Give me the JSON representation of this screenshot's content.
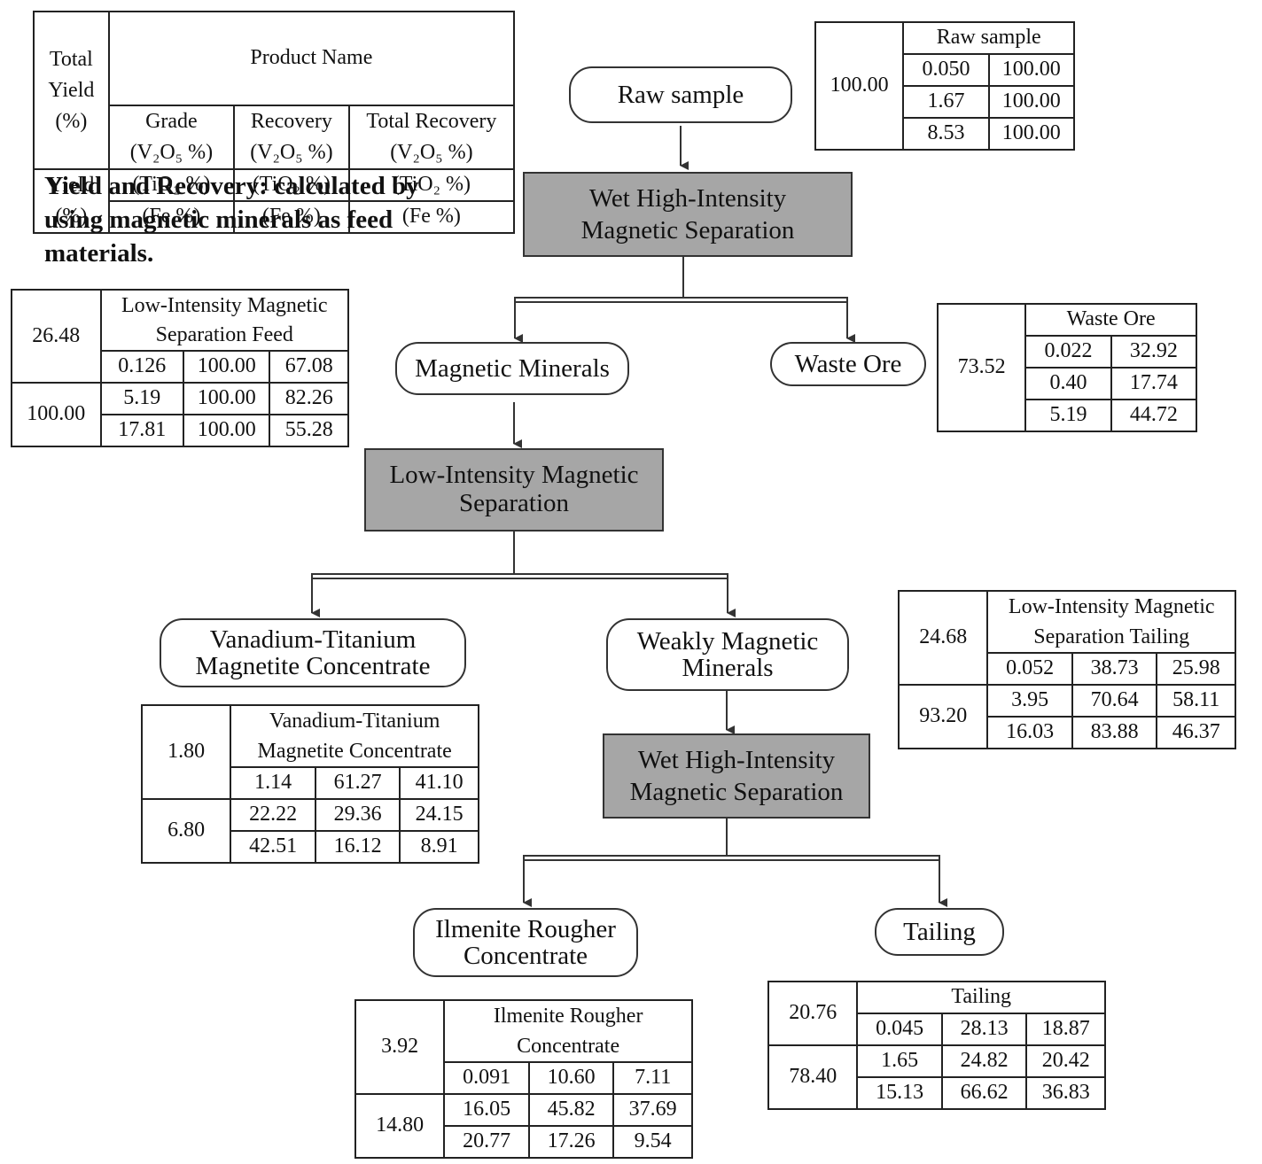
{
  "legend": {
    "total_yield_lines": [
      "Total",
      "Yield",
      "(%)"
    ],
    "product_name": "Product Name",
    "grade": "Grade",
    "recovery": "Recovery",
    "total_recovery": "Total Recovery",
    "v2o5": "(V₂O₅ %)",
    "yield_lines": [
      "Yield",
      "(%)"
    ],
    "tio2": "(TiO₂ %)",
    "fe": "(Fe %)"
  },
  "note": "Yield and Recovery: calculated by using magnetic minerals as feed materials.",
  "nodes": {
    "raw_sample": "Raw sample",
    "whims1": "Wet High-Intensity Magnetic Separation",
    "magnetic_minerals": "Magnetic Minerals",
    "waste_ore": "Waste Ore",
    "lims": "Low-Intensity Magnetic Separation",
    "vtm_concentrate": "Vanadium-Titanium Magnetite Concentrate",
    "weakly_magnetic": "Weakly Magnetic Minerals",
    "whims2": "Wet High-Intensity Magnetic Separation",
    "ilmenite_rougher": "Ilmenite Rougher Concentrate",
    "tailing": "Tailing"
  },
  "tables": {
    "raw_sample": {
      "title": "Raw sample",
      "yield": "100.00",
      "rows": [
        [
          "0.050",
          "100.00"
        ],
        [
          "1.67",
          "100.00"
        ],
        [
          "8.53",
          "100.00"
        ]
      ]
    },
    "lims_feed": {
      "title": "Low-Intensity Magnetic Separation Feed",
      "total_yield": "26.48",
      "yield": "100.00",
      "rows": [
        [
          "0.126",
          "100.00",
          "67.08"
        ],
        [
          "5.19",
          "100.00",
          "82.26"
        ],
        [
          "17.81",
          "100.00",
          "55.28"
        ]
      ]
    },
    "waste_ore": {
      "title": "Waste Ore",
      "yield": "73.52",
      "rows": [
        [
          "0.022",
          "32.92"
        ],
        [
          "0.40",
          "17.74"
        ],
        [
          "5.19",
          "44.72"
        ]
      ]
    },
    "lims_tailing": {
      "title": "Low-Intensity Magnetic Separation Tailing",
      "total_yield": "24.68",
      "yield": "93.20",
      "rows": [
        [
          "0.052",
          "38.73",
          "25.98"
        ],
        [
          "3.95",
          "70.64",
          "58.11"
        ],
        [
          "16.03",
          "83.88",
          "46.37"
        ]
      ]
    },
    "vtm_concentrate": {
      "title": "Vanadium-Titanium Magnetite Concentrate",
      "total_yield": "1.80",
      "yield": "6.80",
      "rows": [
        [
          "1.14",
          "61.27",
          "41.10"
        ],
        [
          "22.22",
          "29.36",
          "24.15"
        ],
        [
          "42.51",
          "16.12",
          "8.91"
        ]
      ]
    },
    "ilmenite_rougher": {
      "title": "Ilmenite Rougher Concentrate",
      "total_yield": "3.92",
      "yield": "14.80",
      "rows": [
        [
          "0.091",
          "10.60",
          "7.11"
        ],
        [
          "16.05",
          "45.82",
          "37.69"
        ],
        [
          "20.77",
          "17.26",
          "9.54"
        ]
      ]
    },
    "tailing": {
      "title": "Tailing",
      "total_yield": "20.76",
      "yield": "78.40",
      "rows": [
        [
          "0.045",
          "28.13",
          "18.87"
        ],
        [
          "1.65",
          "24.82",
          "20.42"
        ],
        [
          "15.13",
          "66.62",
          "36.83"
        ]
      ]
    }
  }
}
